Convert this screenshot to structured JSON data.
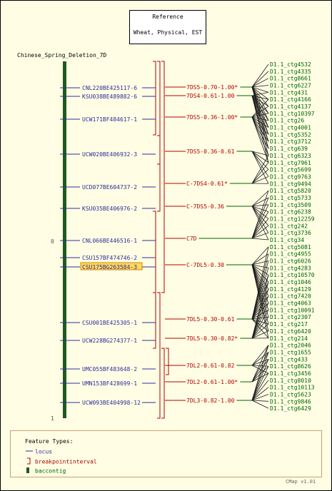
{
  "reference": {
    "title": "Reference",
    "subtitle": "Wheat, Physical, EST"
  },
  "map_title": "Chinese_Spring_Deletion_7D",
  "axis": {
    "start_label": "0",
    "end_label": "1"
  },
  "loci": [
    {
      "label": "CNL220BE425117-6",
      "highlighted": false
    },
    {
      "label": "KSU038BE489882-6",
      "highlighted": false
    },
    {
      "label": "UCW171BF484617-1",
      "highlighted": false
    },
    {
      "label": "UCW020BE406932-3",
      "highlighted": false
    },
    {
      "label": "UCD077BE604737-2",
      "highlighted": false
    },
    {
      "label": "KSU035BE406976-2",
      "highlighted": false
    },
    {
      "label": "CNL066BE446516-1",
      "highlighted": false
    },
    {
      "label": "CSU157BF474746-2",
      "highlighted": false
    },
    {
      "label": "CSU175BG263584-3",
      "highlighted": true
    },
    {
      "label": "CSU001BE425305-1",
      "highlighted": false
    },
    {
      "label": "UCW228BG274377-1",
      "highlighted": false
    },
    {
      "label": "UMC055BF483648-2",
      "highlighted": false
    },
    {
      "label": "UMN153BF428699-1",
      "highlighted": false
    },
    {
      "label": "UCW093BE404998-12",
      "highlighted": false
    }
  ],
  "breakpoints": [
    {
      "label": "7DS5-0.70-1.00*"
    },
    {
      "label": "7DS4-0.61-1.00"
    },
    {
      "label": "7DS5-0.36-1.00*"
    },
    {
      "label": "7DS5-0.36-0.61"
    },
    {
      "label": "C-7DS4-0.61*"
    },
    {
      "label": "C-7DS5-0.36"
    },
    {
      "label": "C7D"
    },
    {
      "label": "C-7DL5-0.30"
    },
    {
      "label": "7DL5-0.30-0.61"
    },
    {
      "label": "7DL5-0.30-0.82*"
    },
    {
      "label": "7DL2-0.61-0.82"
    },
    {
      "label": "7DL2-0.61-1.00*"
    },
    {
      "label": "7DL3-0.82-1.00"
    }
  ],
  "contigs": [
    "D1.1_ctg4532",
    "D1.1_ctg4335",
    "D1.1_ctg8661",
    "D1.1_ctg6227",
    "D1.1_ctg431",
    "D1.1_ctg4166",
    "D1.1_ctg4137",
    "D1.1_ctg10397",
    "D1.1_ctg26",
    "D1.1_ctg4001",
    "D1.1_ctg5352",
    "D1.1_ctg3712",
    "D1.1_ctg639",
    "D1.1_ctg6323",
    "D1.1_ctg7961",
    "D1.1_ctg5699",
    "D1.1_ctg9763",
    "D1.1_ctg9494",
    "D1.1_ctg5820",
    "D1.1_ctg5733",
    "D1.1_ctg3509",
    "D1.1_ctg6238",
    "D1.1_ctg12259",
    "D1.1_ctg242",
    "D1.1_ctg3736",
    "D1.1_ctg34",
    "D1.1_ctg5081",
    "D1.1_ctg4955",
    "D1.1_ctg6026",
    "D1.1_ctg4283",
    "D1.1_ctg10570",
    "D1.1_ctg1046",
    "D1.1_ctg4129",
    "D1.1_ctg7420",
    "D1.1_ctg4063",
    "D1.1_ctg10091",
    "D1.1_ctg2307",
    "D1.1_ctg217",
    "D1.1_ctg6420",
    "D1.1_ctg214",
    "D1.1_ctg2046",
    "D1.1_ctg1655",
    "D1.1_ctg433",
    "D1.1_ctg8626",
    "D1.1_ctg3456",
    "D1.1_ctg8010",
    "D1.1_ctg10113",
    "D1.1_ctg5623",
    "D1.1_ctg9846",
    "D1.1_ctg6429"
  ],
  "legend": {
    "title": "Feature Types:",
    "items": [
      {
        "label": "locus",
        "color": "#2d2d9b"
      },
      {
        "label": "breakpointinterval",
        "color": "#b40000"
      },
      {
        "label": "baccontig",
        "color": "#006400"
      }
    ]
  },
  "footer": "CMap v1.01",
  "colors": {
    "locus": "#2d2d9b",
    "breakpoint": "#b40000",
    "contig": "#006400",
    "bar": "#1e5a1e"
  }
}
